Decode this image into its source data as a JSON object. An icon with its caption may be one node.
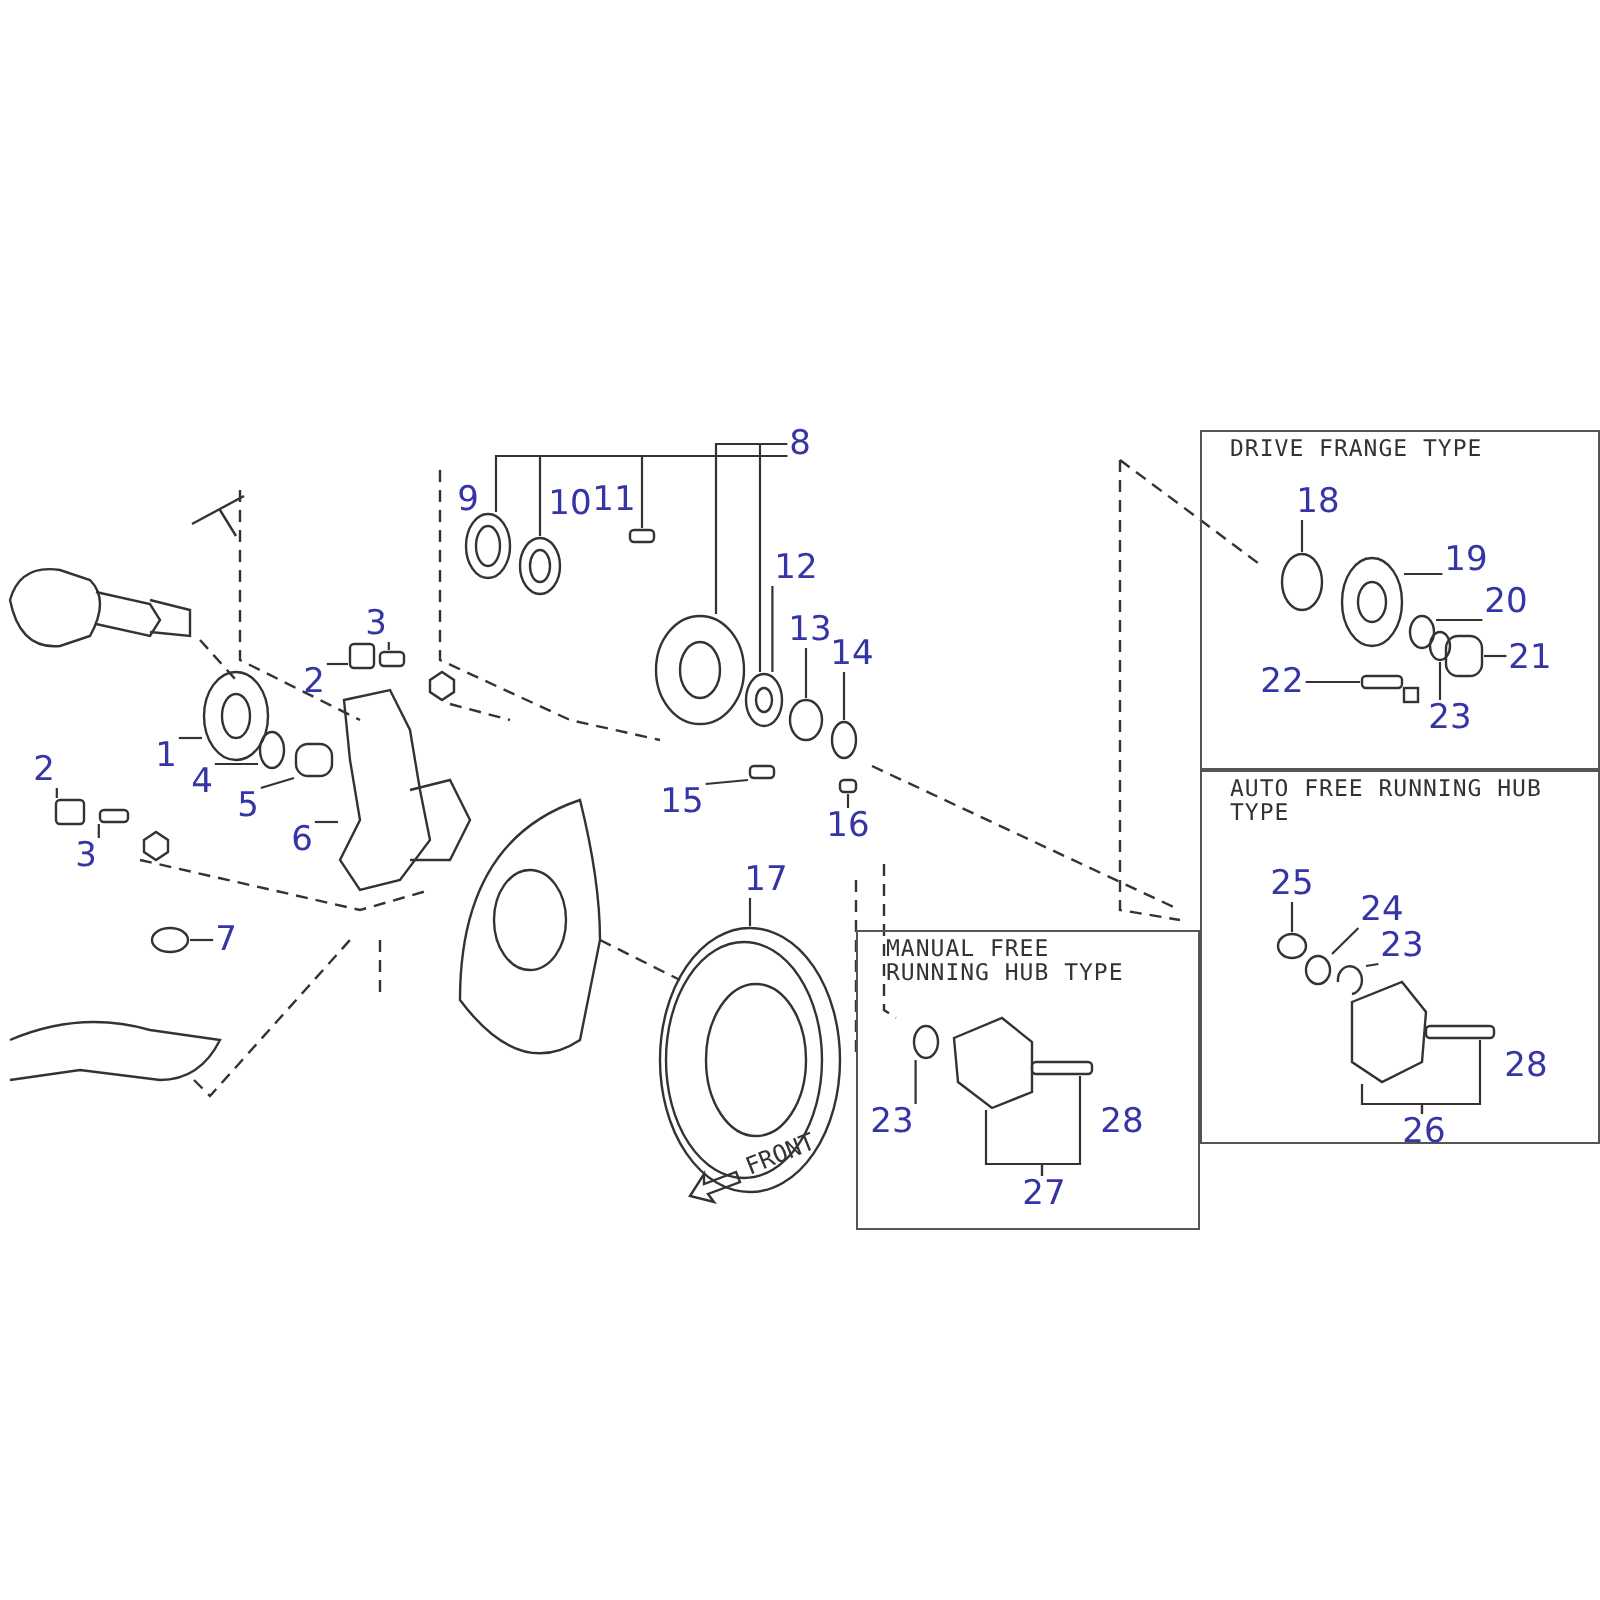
{
  "diagram": {
    "nodes": [
      {
        "text": [
          "DRIVE FRANGE TYPE"
        ]
      },
      {
        "text": [
          "AUTO FREE RUNNING HUB TYPE"
        ]
      },
      {
        "text": [
          "MANUAL FREE RUNNING HUB TYPE"
        ]
      },
      {
        "text": [
          "8"
        ]
      },
      {
        "text": [
          "9"
        ]
      },
      {
        "text": [
          "10"
        ]
      },
      {
        "text": [
          "11"
        ]
      },
      {
        "text": [
          "12"
        ]
      },
      {
        "text": [
          "3"
        ]
      },
      {
        "text": [
          "13"
        ]
      },
      {
        "text": [
          "14"
        ]
      },
      {
        "text": [
          "2"
        ]
      },
      {
        "text": [
          "1"
        ]
      },
      {
        "text": [
          "4"
        ]
      },
      {
        "text": [
          "5"
        ]
      },
      {
        "text": [
          "2"
        ]
      },
      {
        "text": [
          "15"
        ]
      },
      {
        "text": [
          "6"
        ]
      },
      {
        "text": [
          "3"
        ]
      },
      {
        "text": [
          "16"
        ]
      },
      {
        "text": [
          "17"
        ]
      },
      {
        "text": [
          "7"
        ]
      },
      {
        "text": [
          "18"
        ],
        "in": 0
      },
      {
        "text": [
          "19"
        ],
        "in": 0
      },
      {
        "text": [
          "20"
        ],
        "in": 0
      },
      {
        "text": [
          "21"
        ],
        "in": 0
      },
      {
        "text": [
          "22"
        ],
        "in": 0
      },
      {
        "text": [
          "23"
        ],
        "in": 0
      },
      {
        "text": [
          "25"
        ],
        "in": 1
      },
      {
        "text": [
          "24"
        ],
        "in": 1
      },
      {
        "text": [
          "23"
        ],
        "in": 1
      },
      {
        "text": [
          "28"
        ],
        "in": 1
      },
      {
        "text": [
          "26"
        ],
        "in": 1
      },
      {
        "text": [
          "23"
        ],
        "in": 2
      },
      {
        "text": [
          "28"
        ],
        "in": 2
      },
      {
        "text": [
          "27"
        ],
        "in": 2
      },
      {
        "text": [],
        "shape": "picture"
      },
      {
        "text": [],
        "shape": "picture"
      },
      {
        "text": [],
        "shape": "box"
      },
      {
        "text": [],
        "shape": "picture"
      },
      {
        "text": [],
        "shape": "picture"
      },
      {
        "text": [],
        "shape": "box"
      },
      {
        "text": [],
        "shape": "circle"
      },
      {
        "text": [],
        "shape": "circle"
      },
      {
        "text": [],
        "shape": "box"
      },
      {
        "text": [],
        "shape": "picture"
      },
      {
        "text": [],
        "shape": "circle"
      },
      {
        "text": [],
        "shape": "box"
      },
      {
        "text": [],
        "shape": "box"
      },
      {
        "text": [],
        "shape": "box"
      },
      {
        "text": [],
        "shape": "picture"
      },
      {
        "text": [],
        "shape": "box"
      },
      {
        "text": [],
        "shape": "box"
      },
      {
        "text": [],
        "shape": "picture"
      },
      {
        "text": [],
        "shape": "circle"
      },
      {
        "text": [],
        "shape": "circle",
        "in": 0
      },
      {
        "text": [],
        "shape": "picture",
        "in": 0
      },
      {
        "text": [],
        "shape": "circle",
        "in": 0
      },
      {
        "text": [],
        "shape": "box",
        "in": 0
      },
      {
        "text": [],
        "shape": "box",
        "in": 0
      },
      {
        "text": [],
        "shape": "circle",
        "in": 0
      },
      {
        "text": [],
        "shape": "circle",
        "in": 1
      },
      {
        "text": [],
        "shape": "circle",
        "in": 1
      },
      {
        "text": [],
        "shape": "picture",
        "in": 1
      },
      {
        "text": [],
        "shape": "picture",
        "in": 1
      },
      {
        "text": [],
        "shape": "box",
        "in": 1
      },
      {
        "text": [],
        "shape": "circle",
        "in": 2
      },
      {
        "text": [],
        "shape": "picture",
        "in": 2
      },
      {
        "text": [],
        "shape": "box",
        "in": 2
      }
    ],
    "edges": [
      {
        "from": 3,
        "to": 36,
        "arrow": "none"
      },
      {
        "from": 3,
        "to": 37,
        "arrow": "none"
      },
      {
        "from": 3,
        "to": 38,
        "arrow": "none"
      },
      {
        "from": 3,
        "to": 39,
        "arrow": "none"
      },
      {
        "from": 3,
        "to": 40,
        "arrow": "none"
      },
      {
        "from": 7,
        "to": 40,
        "arrow": "none"
      },
      {
        "from": 8,
        "to": 41,
        "arrow": "none"
      },
      {
        "from": 9,
        "to": 42,
        "arrow": "none"
      },
      {
        "from": 10,
        "to": 43,
        "arrow": "none"
      },
      {
        "from": 11,
        "to": 44,
        "arrow": "none"
      },
      {
        "from": 12,
        "to": 45,
        "arrow": "none"
      },
      {
        "from": 13,
        "to": 46,
        "arrow": "none"
      },
      {
        "from": 14,
        "to": 47,
        "arrow": "none"
      },
      {
        "from": 15,
        "to": 48,
        "arrow": "none"
      },
      {
        "from": 16,
        "to": 49,
        "arrow": "none"
      },
      {
        "from": 17,
        "to": 50,
        "arrow": "none"
      },
      {
        "from": 18,
        "to": 51,
        "arrow": "none"
      },
      {
        "from": 19,
        "to": 52,
        "arrow": "none"
      },
      {
        "from": 20,
        "to": 53,
        "arrow": "none"
      },
      {
        "from": 21,
        "to": 54,
        "arrow": "none"
      },
      {
        "from": 22,
        "to": 55,
        "arrow": "none"
      },
      {
        "from": 23,
        "to": 56,
        "arrow": "none"
      },
      {
        "from": 24,
        "to": 57,
        "arrow": "none"
      },
      {
        "from": 25,
        "to": 58,
        "arrow": "none"
      },
      {
        "from": 26,
        "to": 59,
        "arrow": "none"
      },
      {
        "from": 27,
        "to": 60,
        "arrow": "none"
      },
      {
        "from": 28,
        "to": 61,
        "arrow": "none"
      },
      {
        "from": 29,
        "to": 62,
        "arrow": "none"
      },
      {
        "from": 30,
        "to": 63,
        "arrow": "none"
      },
      {
        "from": 32,
        "to": 64,
        "arrow": "none"
      },
      {
        "from": 32,
        "to": 65,
        "arrow": "none"
      },
      {
        "from": 33,
        "to": 66,
        "arrow": "none"
      },
      {
        "from": 35,
        "to": 67,
        "arrow": "none"
      },
      {
        "from": 35,
        "to": 68,
        "arrow": "none"
      }
    ],
    "labels": [
      "FRONT"
    ]
  }
}
